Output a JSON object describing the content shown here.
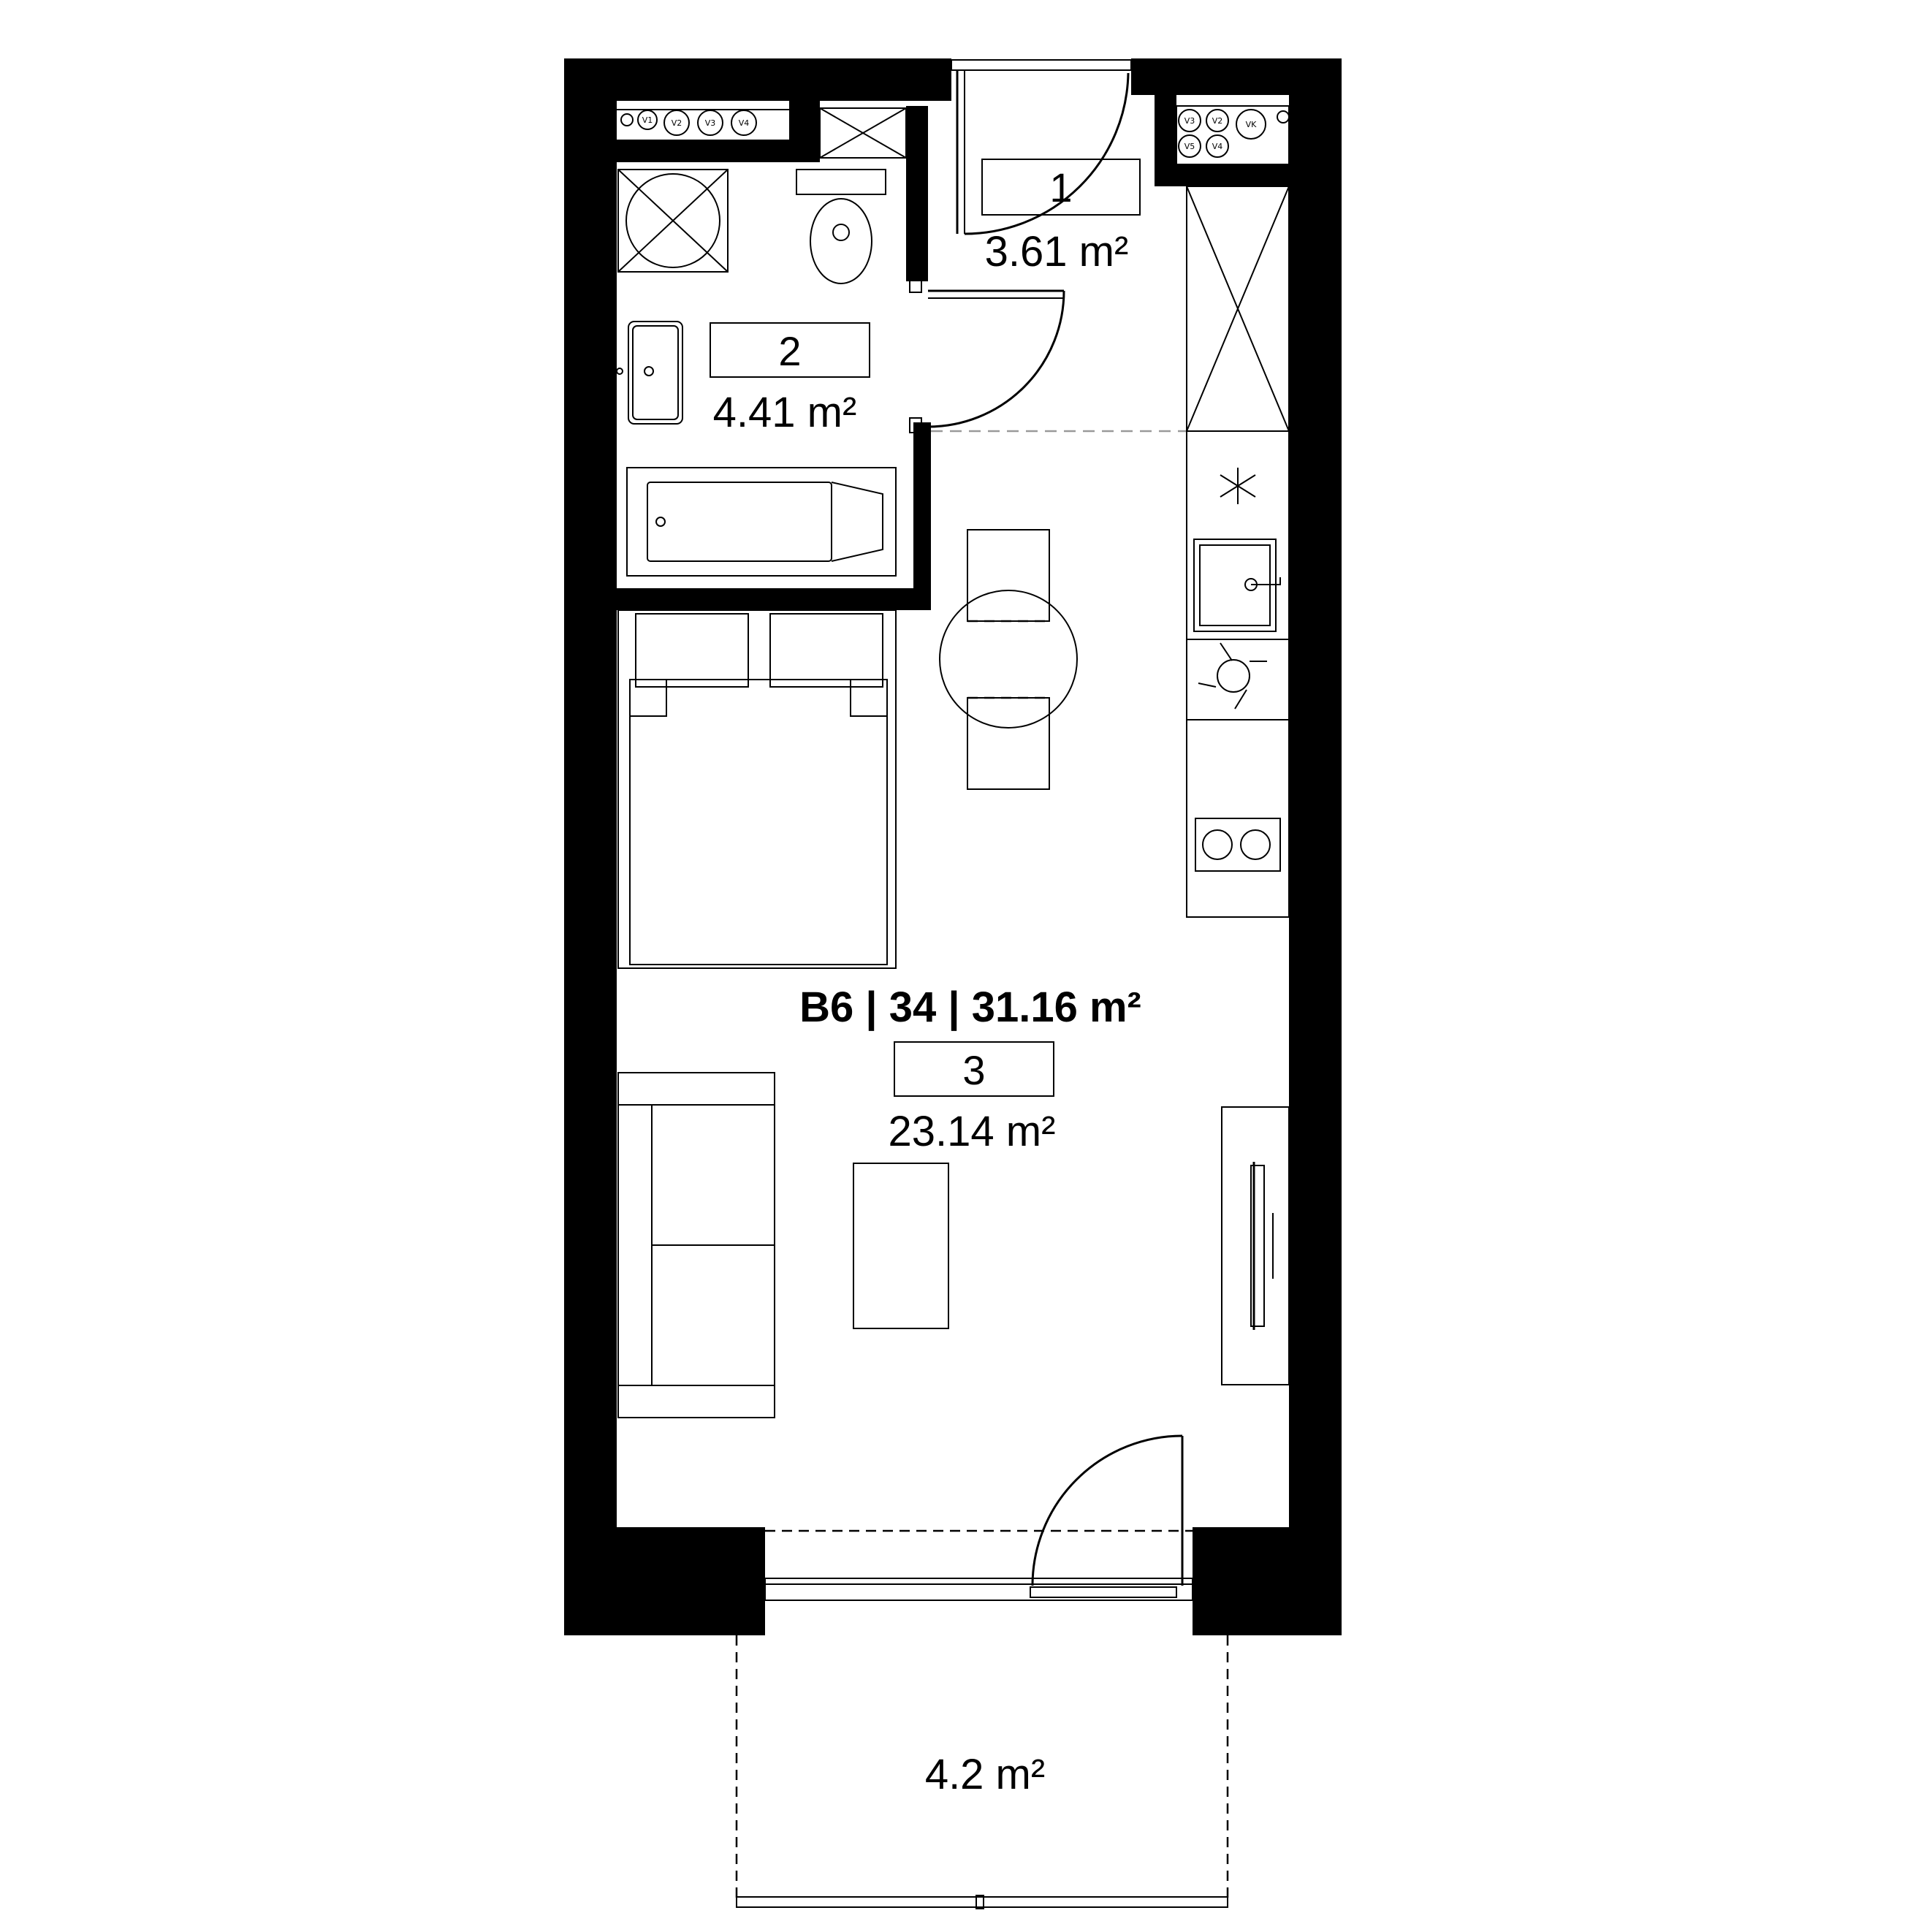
{
  "apartment": {
    "label": "B6 | 34 | 31.16 m²"
  },
  "rooms": [
    {
      "number": "1",
      "area": "3.61 m²"
    },
    {
      "number": "2",
      "area": "4.41 m²"
    },
    {
      "number": "3",
      "area": "23.14 m²"
    }
  ],
  "balcony": {
    "area": "4.2 m²"
  },
  "vents": {
    "left": [
      "V1",
      "V2",
      "V3",
      "V4"
    ],
    "right_top": [
      "V3",
      "V2",
      "VK"
    ],
    "right_bottom": [
      "V5",
      "V4"
    ]
  },
  "colors": {
    "wall": "#000000",
    "background": "#ffffff",
    "dashed_line": "#9a9a9a"
  }
}
